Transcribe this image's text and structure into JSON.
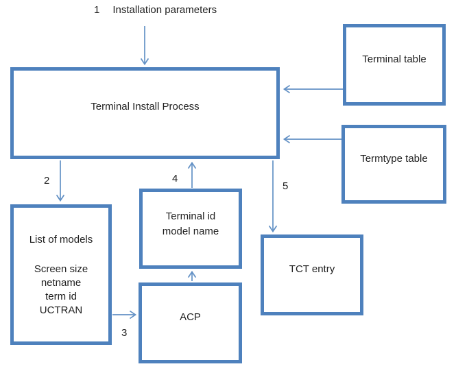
{
  "diagram": {
    "captions": {
      "step1_number": "1",
      "step1_label": "Installation parameters"
    },
    "step_labels": {
      "step2": "2",
      "step3": "3",
      "step4": "4",
      "step5": "5"
    },
    "nodes": {
      "terminal_install_process": {
        "label": "Terminal Install Process"
      },
      "terminal_table": {
        "label": "Terminal table"
      },
      "termtype_table": {
        "label": "Termtype table"
      },
      "list_of_models": {
        "title": "List of models",
        "details": [
          "Screen size",
          "netname",
          "term id",
          "UCTRAN"
        ]
      },
      "terminal_id_model_name": {
        "lines": [
          "Terminal id",
          "model name"
        ]
      },
      "acp": {
        "label": "ACP"
      },
      "tct_entry": {
        "label": "TCT entry"
      }
    },
    "edges": [
      {
        "from": "installation-parameters",
        "to": "terminal-install-process",
        "label": "1"
      },
      {
        "from": "terminal-table",
        "to": "terminal-install-process",
        "label": ""
      },
      {
        "from": "termtype-table",
        "to": "terminal-install-process",
        "label": ""
      },
      {
        "from": "terminal-install-process",
        "to": "list-of-models",
        "label": "2"
      },
      {
        "from": "list-of-models",
        "to": "acp",
        "label": "3"
      },
      {
        "from": "acp",
        "to": "terminal-id-model-name",
        "label": ""
      },
      {
        "from": "terminal-id-model-name",
        "to": "terminal-install-process",
        "label": "4"
      },
      {
        "from": "terminal-install-process",
        "to": "tct-entry",
        "label": "5"
      }
    ],
    "colors": {
      "box_border": "#4E81BD",
      "arrow": "#6391C5",
      "text": "#1F1F1F",
      "background": "#FFFFFF"
    }
  }
}
